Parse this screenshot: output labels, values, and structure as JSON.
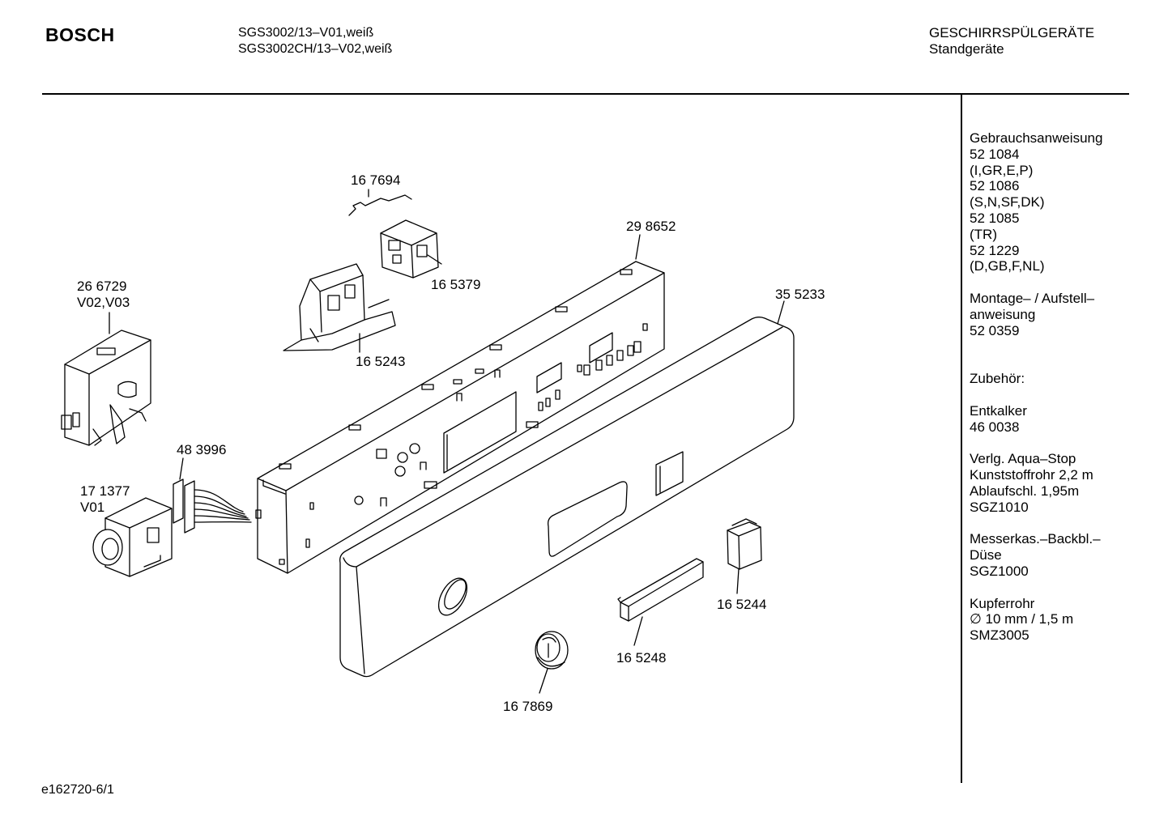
{
  "header": {
    "brand": "BOSCH",
    "models": [
      "SGS3002/13–V01,weiß",
      "SGS3002CH/13–V02,weiß"
    ],
    "category": "GESCHIRRSPÜLGERÄTE",
    "subcategory": "Standgeräte"
  },
  "parts": [
    {
      "id": "part-167694",
      "label": "16 7694"
    },
    {
      "id": "part-298652",
      "label": "29 8652"
    },
    {
      "id": "part-165379",
      "label": "16 5379"
    },
    {
      "id": "part-266729",
      "label": "26 6729"
    },
    {
      "id": "part-266729-variant",
      "label": "V02,V03"
    },
    {
      "id": "part-355233",
      "label": "35 5233"
    },
    {
      "id": "part-165243",
      "label": "16 5243"
    },
    {
      "id": "part-483996",
      "label": "48 3996"
    },
    {
      "id": "part-171377",
      "label": "17 1377"
    },
    {
      "id": "part-171377-variant",
      "label": "V01"
    },
    {
      "id": "part-165244",
      "label": "16 5244"
    },
    {
      "id": "part-165248",
      "label": "16 5248"
    },
    {
      "id": "part-167869",
      "label": "16 7869"
    }
  ],
  "sidebar": {
    "groups": [
      {
        "lines": [
          "Gebrauchsanweisung",
          "52 1084",
          "(I,GR,E,P)",
          "52 1086",
          "(S,N,SF,DK)",
          "52 1085",
          "(TR)",
          "52 1229",
          "(D,GB,F,NL)"
        ]
      },
      {
        "lines": [
          "Montage– / Aufstell–",
          "anweisung",
          "52 0359"
        ]
      },
      {
        "lines": [
          "Zubehör:"
        ]
      },
      {
        "lines": [
          "Entkalker",
          "46 0038"
        ]
      },
      {
        "lines": [
          "Verlg. Aqua–Stop",
          "Kunststoffrohr 2,2 m",
          "Ablaufschl. 1,95m",
          "SGZ1010"
        ]
      },
      {
        "lines": [
          "Messerkas.–Backbl.–",
          "Düse",
          "SGZ1000"
        ]
      },
      {
        "lines": [
          "Kupferrohr",
          "∅ 10 mm / 1,5 m",
          "SMZ3005"
        ]
      }
    ]
  },
  "footer": {
    "code": "e162720-6/1"
  }
}
